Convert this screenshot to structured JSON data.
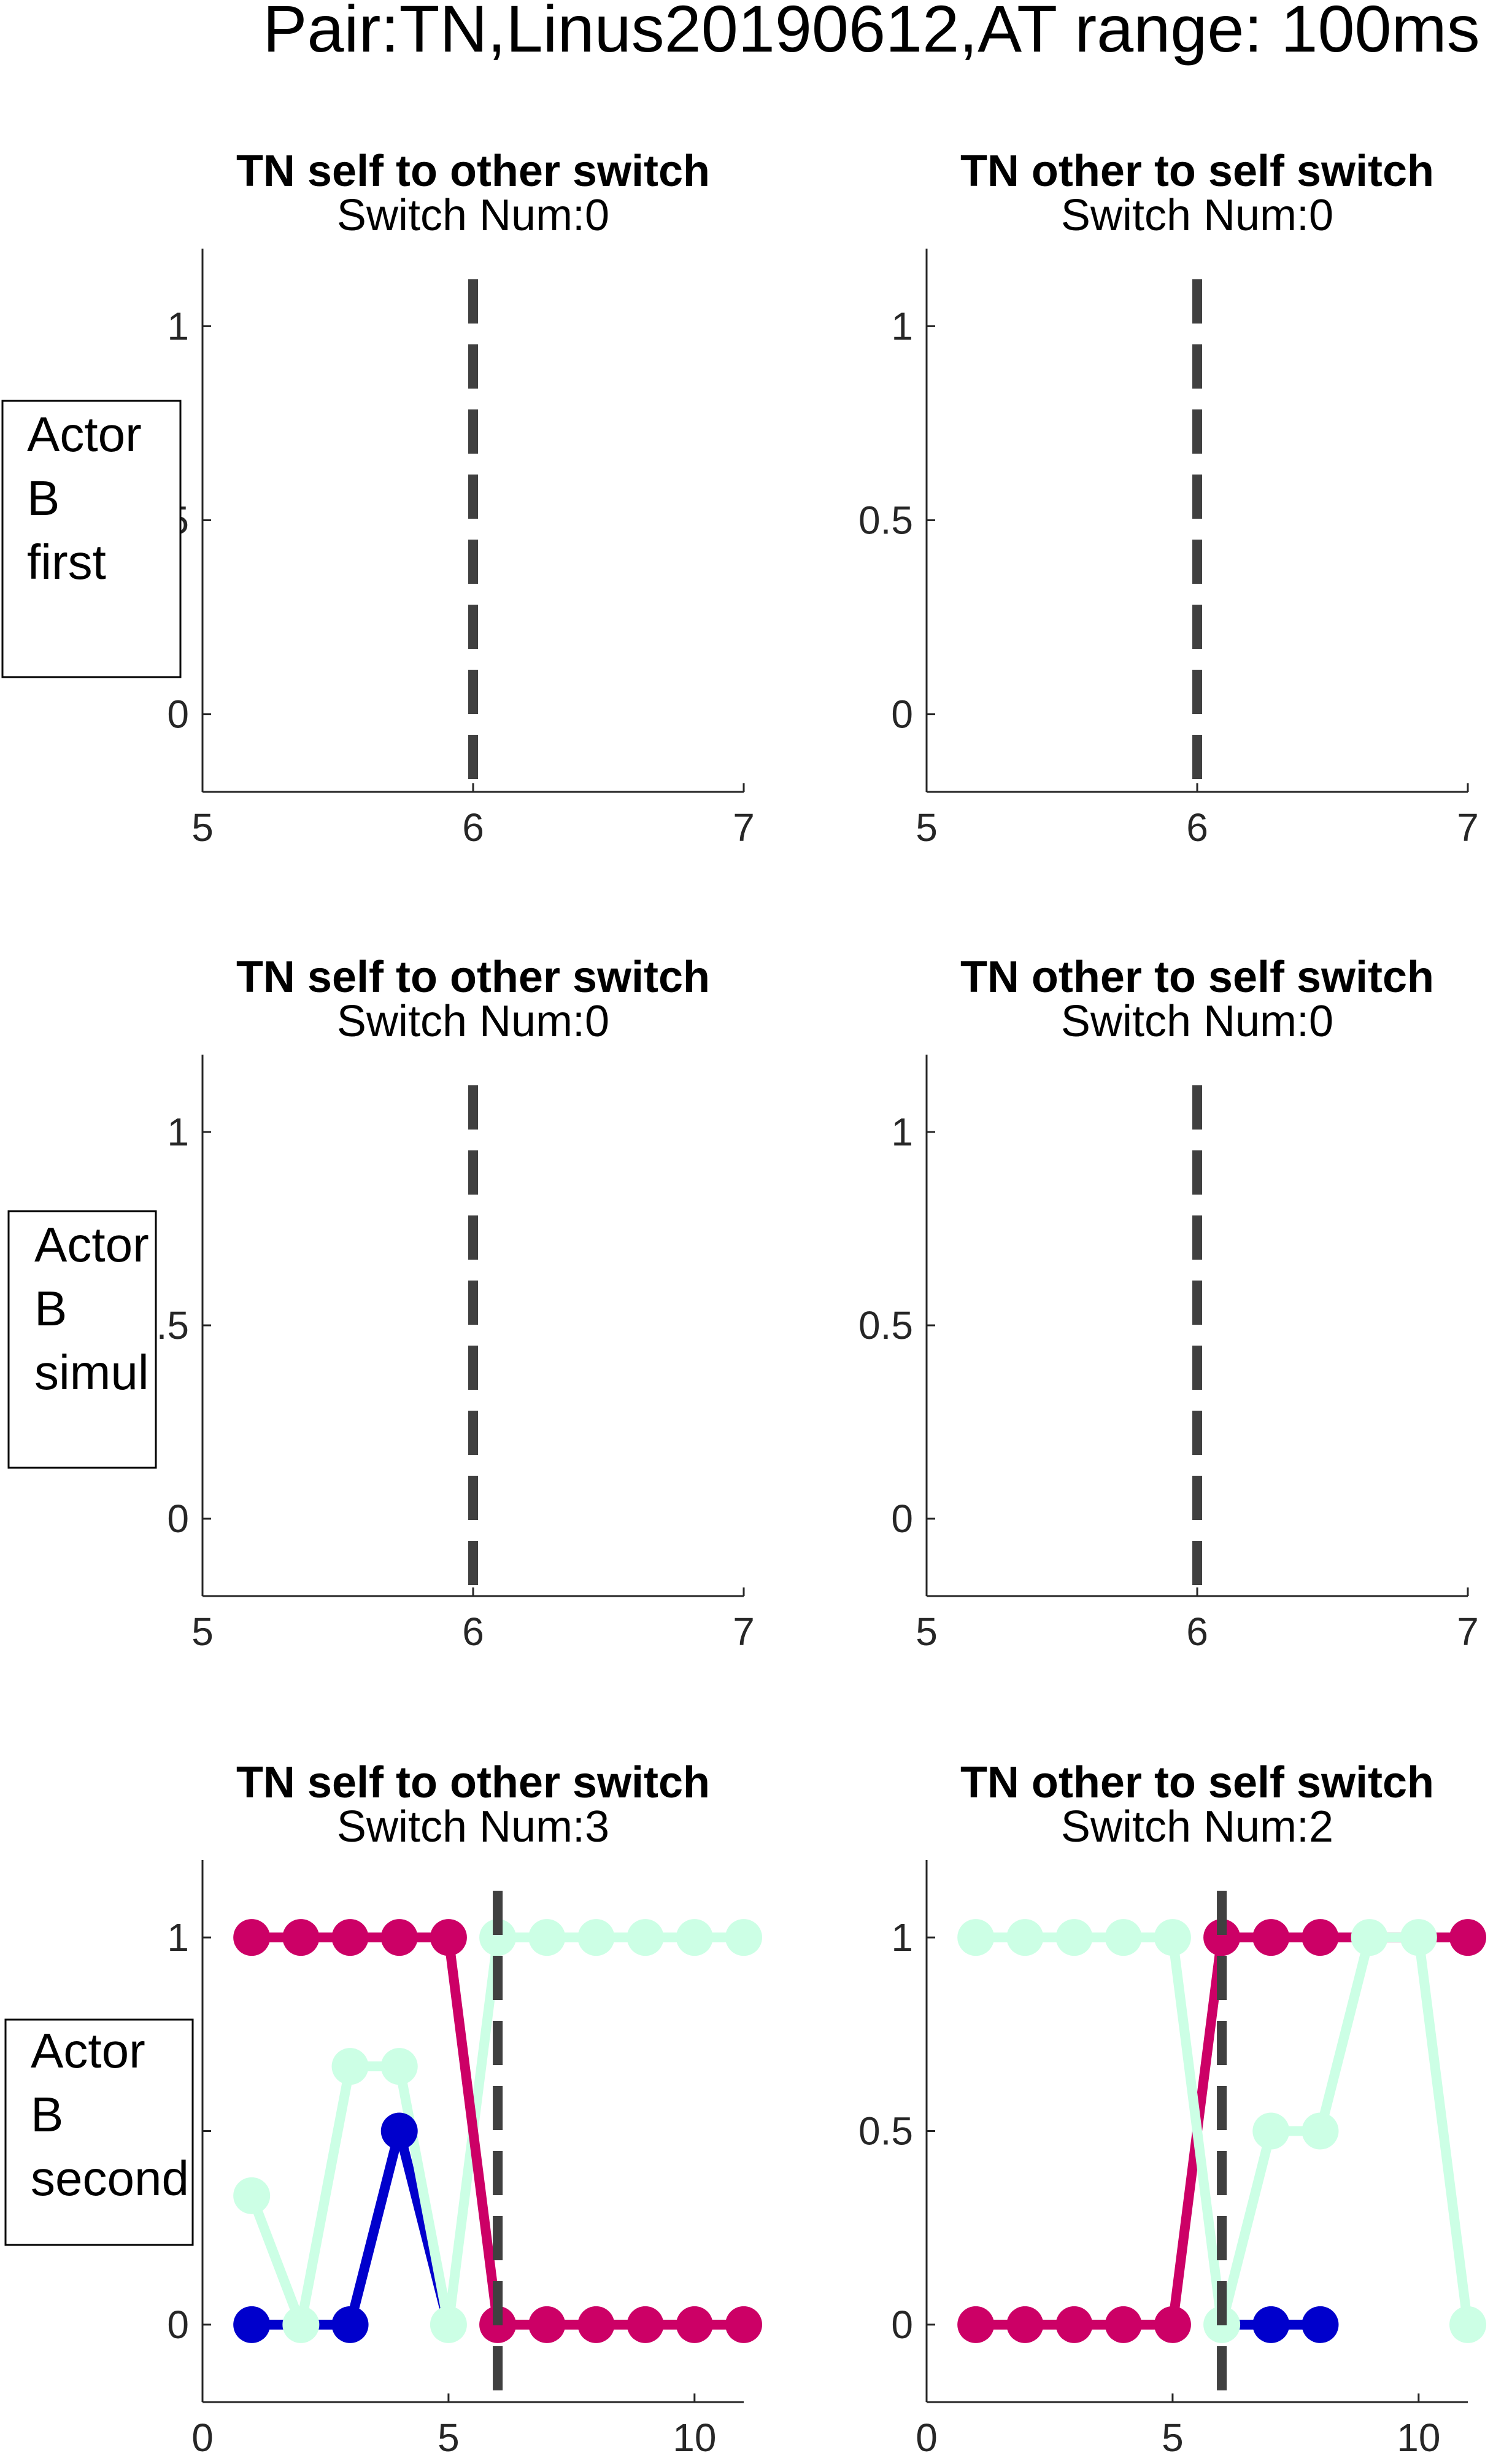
{
  "figure": {
    "suptitle": "Pair:TN,Linus20190612,AT range: 100ms"
  },
  "colors": {
    "magenta": "#cc0066",
    "blue": "#0000cc",
    "mint": "#ccffe5",
    "switch_line": "#404040"
  },
  "row_labels": [
    [
      "Actor",
      "B",
      "first"
    ],
    [
      "Actor",
      "B",
      "simul"
    ],
    [
      "Actor",
      "B",
      "second"
    ]
  ],
  "chart_data": [
    {
      "type": "line",
      "title": "TN self to other switch",
      "subtitle": "Switch Num:0",
      "xlim": [
        5,
        7
      ],
      "ylim": [
        -0.2,
        1.2
      ],
      "xticks": [
        5,
        6,
        7
      ],
      "yticks": [
        0,
        0.5,
        1
      ],
      "xtick_labels": [
        "5",
        "6",
        "7"
      ],
      "ytick_labels": [
        "0",
        "0.5",
        "1"
      ],
      "switch_x": 6,
      "grid": false,
      "series": []
    },
    {
      "type": "line",
      "title": "TN other to self switch",
      "subtitle": "Switch Num:0",
      "xlim": [
        5,
        7
      ],
      "ylim": [
        -0.2,
        1.2
      ],
      "xticks": [
        5,
        6,
        7
      ],
      "yticks": [
        0,
        0.5,
        1
      ],
      "xtick_labels": [
        "5",
        "6",
        "7"
      ],
      "ytick_labels": [
        "0",
        "0.5",
        "1"
      ],
      "switch_x": 6,
      "grid": false,
      "series": []
    },
    {
      "type": "line",
      "title": "TN self to other switch",
      "subtitle": "Switch Num:0",
      "xlim": [
        5,
        7
      ],
      "ylim": [
        -0.2,
        1.2
      ],
      "xticks": [
        5,
        6,
        7
      ],
      "yticks": [
        0,
        0.5,
        1
      ],
      "xtick_labels": [
        "5",
        "6",
        "7"
      ],
      "ytick_labels": [
        "0",
        "0.5",
        "1"
      ],
      "switch_x": 6,
      "grid": false,
      "series": []
    },
    {
      "type": "line",
      "title": "TN other to self switch",
      "subtitle": "Switch Num:0",
      "xlim": [
        5,
        7
      ],
      "ylim": [
        -0.2,
        1.2
      ],
      "xticks": [
        5,
        6,
        7
      ],
      "yticks": [
        0,
        0.5,
        1
      ],
      "xtick_labels": [
        "5",
        "6",
        "7"
      ],
      "ytick_labels": [
        "0",
        "0.5",
        "1"
      ],
      "switch_x": 6,
      "grid": false,
      "series": []
    },
    {
      "type": "line",
      "title": "TN self to other switch",
      "subtitle": "Switch Num:3",
      "xlim": [
        0,
        11
      ],
      "ylim": [
        -0.2,
        1.2
      ],
      "xticks": [
        0,
        5,
        10
      ],
      "yticks": [
        0,
        0.5,
        1
      ],
      "xtick_labels": [
        "0",
        "5",
        "10"
      ],
      "ytick_labels": [
        "0",
        "0.5",
        "1"
      ],
      "switch_x": 6,
      "grid": false,
      "series": [
        {
          "color": "#0000cc",
          "x": [
            1,
            2,
            3,
            4,
            5
          ],
          "y": [
            0,
            0,
            0,
            0.5,
            0
          ],
          "markers": [
            1,
            0,
            1,
            1,
            0
          ]
        },
        {
          "color": "#ccffe5",
          "x": [
            1,
            2,
            3,
            4,
            5,
            6,
            7,
            8,
            9,
            10,
            11
          ],
          "y": [
            0.333,
            0,
            0.667,
            0.667,
            0,
            1,
            1,
            1,
            1,
            1,
            1
          ],
          "markers": [
            1,
            1,
            1,
            1,
            1,
            1,
            1,
            1,
            1,
            1,
            1
          ]
        },
        {
          "color": "#cc0066",
          "x": [
            1,
            2,
            3,
            4,
            5,
            6,
            7,
            8,
            9,
            10,
            11
          ],
          "y": [
            1,
            1,
            1,
            1,
            1,
            0,
            0,
            0,
            0,
            0,
            0
          ],
          "markers": [
            1,
            1,
            1,
            1,
            1,
            1,
            1,
            1,
            1,
            1,
            1
          ]
        }
      ]
    },
    {
      "type": "line",
      "title": "TN other to self switch",
      "subtitle": "Switch Num:2",
      "xlim": [
        0,
        11
      ],
      "ylim": [
        -0.2,
        1.2
      ],
      "xticks": [
        0,
        5,
        10
      ],
      "yticks": [
        0,
        0.5,
        1
      ],
      "xtick_labels": [
        "0",
        "5",
        "10"
      ],
      "ytick_labels": [
        "0",
        "0.5",
        "1"
      ],
      "switch_x": 6,
      "grid": false,
      "series": [
        {
          "color": "#0000cc",
          "x": [
            6,
            7,
            8
          ],
          "y": [
            0,
            0,
            0
          ],
          "markers": [
            0,
            1,
            1
          ]
        },
        {
          "color": "#cc0066",
          "x": [
            1,
            2,
            3,
            4,
            5,
            6,
            7,
            8,
            9,
            10,
            11
          ],
          "y": [
            0,
            0,
            0,
            0,
            0,
            1,
            1,
            1,
            1,
            1,
            1
          ],
          "markers": [
            1,
            1,
            1,
            1,
            1,
            1,
            1,
            1,
            0,
            0,
            1
          ]
        },
        {
          "color": "#ccffe5",
          "x": [
            1,
            2,
            3,
            4,
            5,
            6,
            7,
            8,
            9,
            10,
            11
          ],
          "y": [
            1,
            1,
            1,
            1,
            1,
            0,
            0.5,
            0.5,
            1,
            1,
            0
          ],
          "markers": [
            1,
            1,
            1,
            1,
            1,
            1,
            1,
            1,
            1,
            1,
            1
          ]
        }
      ]
    }
  ]
}
